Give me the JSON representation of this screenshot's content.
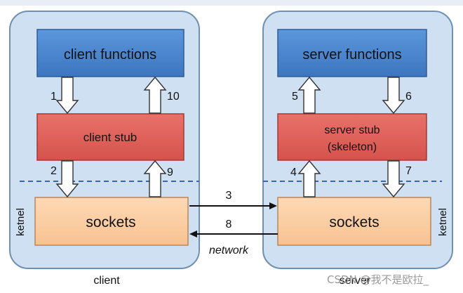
{
  "client": {
    "label": "client",
    "side_label": "ketnel",
    "functions": "client functions",
    "stub": "client stub",
    "sockets": "sockets",
    "steps": {
      "s1": "1",
      "s2": "2",
      "s9": "9",
      "s10": "10"
    }
  },
  "server": {
    "label": "server",
    "side_label": "ketnel",
    "functions": "server functions",
    "stub_line1": "server stub",
    "stub_line2": "(skeleton)",
    "sockets": "sockets",
    "steps": {
      "s4": "4",
      "s5": "5",
      "s6": "6",
      "s7": "7"
    }
  },
  "network": {
    "label": "network",
    "step_send": "3",
    "step_return": "8"
  },
  "watermark": "CSDN @我不是欧拉_",
  "colors": {
    "panel_fill": "#cfe0f2",
    "panel_stroke": "#6f8fb3",
    "functions_fill": "#4a86cf",
    "stub_fill": "#e0625a",
    "sockets_fill": "#fbcfa6",
    "divider": "#3a66b0"
  }
}
